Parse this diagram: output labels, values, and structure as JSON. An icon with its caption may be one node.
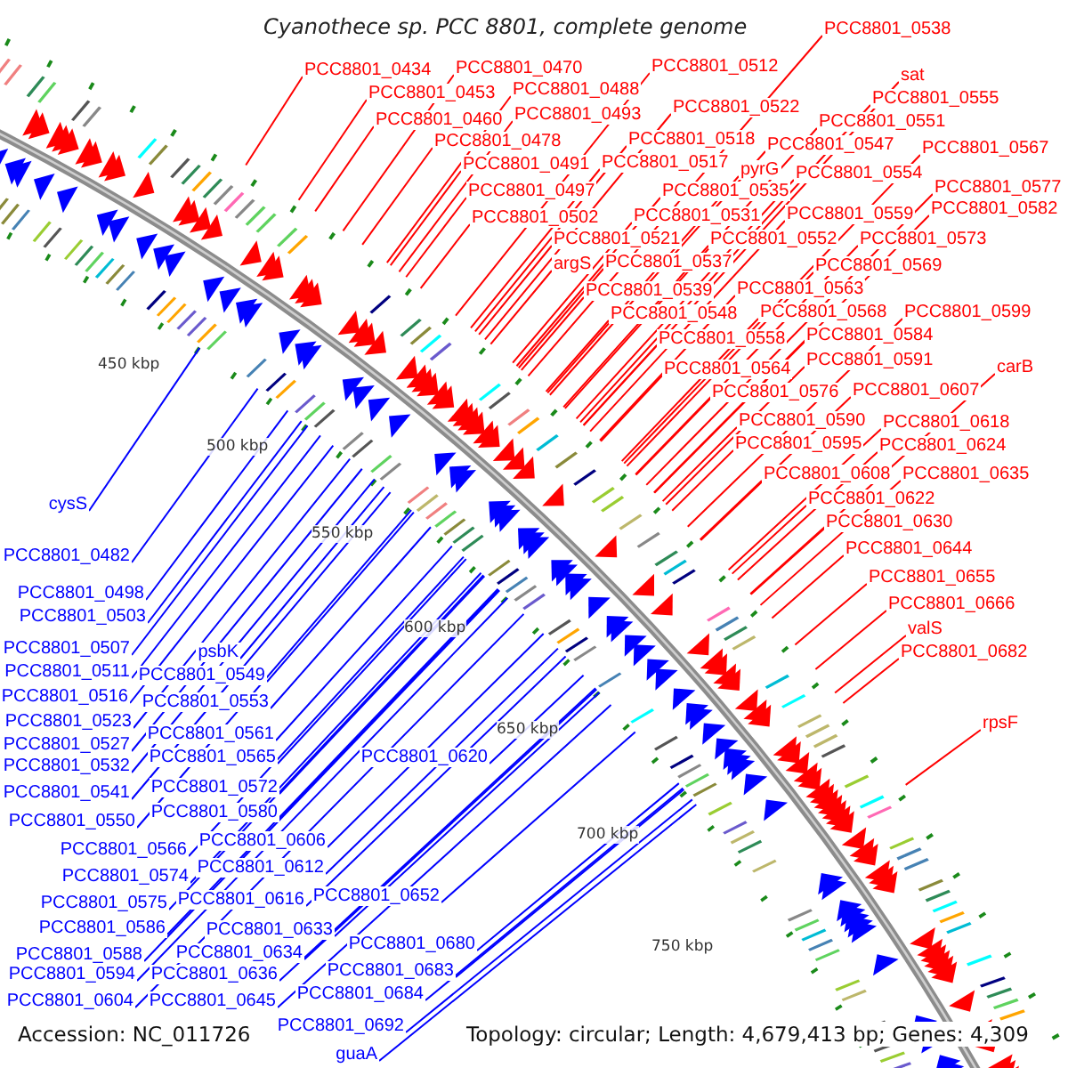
{
  "diagram": {
    "title": "Cyanothece sp. PCC 8801, complete genome",
    "nodes": [
      {
        "text": [
          "PCC8801_0538"
        ]
      },
      {
        "text": [
          "PCC8801_0434"
        ]
      },
      {
        "text": [
          "PCC8801_0470"
        ]
      },
      {
        "text": [
          "PCC8801_0512"
        ]
      },
      {
        "text": [
          "PCC8801_0453"
        ]
      },
      {
        "text": [
          "PCC8801_0488"
        ]
      },
      {
        "text": [
          "sat"
        ]
      },
      {
        "text": [
          "PCC8801_0555"
        ]
      },
      {
        "text": [
          "PCC8801_0460"
        ]
      },
      {
        "text": [
          "PCC8801_0493"
        ]
      },
      {
        "text": [
          "PCC8801_0522"
        ]
      },
      {
        "text": [
          "PCC8801_0551"
        ]
      },
      {
        "text": [
          "PCC8801_0478"
        ]
      },
      {
        "text": [
          "PCC8801_0518"
        ]
      },
      {
        "text": [
          "PCC8801_0547"
        ]
      },
      {
        "text": [
          "PCC8801_0567"
        ]
      },
      {
        "text": [
          "PCC8801_0491"
        ]
      },
      {
        "text": [
          "PCC8801_0517"
        ]
      },
      {
        "text": [
          "pyrG"
        ]
      },
      {
        "text": [
          "PCC8801_0554"
        ]
      },
      {
        "text": [
          "PCC8801_0497"
        ]
      },
      {
        "text": [
          "PCC8801_0535"
        ]
      },
      {
        "text": [
          "PCC8801_0577"
        ]
      },
      {
        "text": [
          "PCC8801_0582"
        ]
      },
      {
        "text": [
          "PCC8801_0502"
        ]
      },
      {
        "text": [
          "PCC8801_0531"
        ]
      },
      {
        "text": [
          "PCC8801_0559"
        ]
      },
      {
        "text": [
          "PCC8801_0521"
        ]
      },
      {
        "text": [
          "PCC8801_0552"
        ]
      },
      {
        "text": [
          "PCC8801_0573"
        ]
      },
      {
        "text": [
          "argS"
        ]
      },
      {
        "text": [
          "PCC8801_0537"
        ]
      },
      {
        "text": [
          "PCC8801_0569"
        ]
      },
      {
        "text": [
          "PCC8801_0539"
        ]
      },
      {
        "text": [
          "PCC8801_0563"
        ]
      },
      {
        "text": [
          "PCC8801_0548"
        ]
      },
      {
        "text": [
          "PCC8801_0568"
        ]
      },
      {
        "text": [
          "PCC8801_0599"
        ]
      },
      {
        "text": [
          "PCC8801_0558"
        ]
      },
      {
        "text": [
          "PCC8801_0584"
        ]
      },
      {
        "text": [
          "PCC8801_0564"
        ]
      },
      {
        "text": [
          "PCC8801_0591"
        ]
      },
      {
        "text": [
          "carB"
        ]
      },
      {
        "text": [
          "PCC8801_0576"
        ]
      },
      {
        "text": [
          "PCC8801_0607"
        ]
      },
      {
        "text": [
          "PCC8801_0590"
        ]
      },
      {
        "text": [
          "PCC8801_0618"
        ]
      },
      {
        "text": [
          "PCC8801_0595"
        ]
      },
      {
        "text": [
          "PCC8801_0624"
        ]
      },
      {
        "text": [
          "PCC8801_0608"
        ]
      },
      {
        "text": [
          "PCC8801_0635"
        ]
      },
      {
        "text": [
          "PCC8801_0622"
        ]
      },
      {
        "text": [
          "PCC8801_0630"
        ]
      },
      {
        "text": [
          "PCC8801_0644"
        ]
      },
      {
        "text": [
          "PCC8801_0655"
        ]
      },
      {
        "text": [
          "PCC8801_0666"
        ]
      },
      {
        "text": [
          "valS"
        ]
      },
      {
        "text": [
          "PCC8801_0682"
        ]
      },
      {
        "text": [
          "rpsF"
        ]
      },
      {
        "text": [
          "cysS"
        ]
      },
      {
        "text": [
          "PCC8801_0482"
        ]
      },
      {
        "text": [
          "PCC8801_0498"
        ]
      },
      {
        "text": [
          "PCC8801_0503"
        ]
      },
      {
        "text": [
          "PCC8801_0507"
        ]
      },
      {
        "text": [
          "psbK"
        ]
      },
      {
        "text": [
          "PCC8801_0511"
        ]
      },
      {
        "text": [
          "PCC8801_0549"
        ]
      },
      {
        "text": [
          "PCC8801_0516"
        ]
      },
      {
        "text": [
          "PCC8801_0553"
        ]
      },
      {
        "text": [
          "PCC8801_0523"
        ]
      },
      {
        "text": [
          "PCC8801_0561"
        ]
      },
      {
        "text": [
          "PCC8801_0527"
        ]
      },
      {
        "text": [
          "PCC8801_0565"
        ]
      },
      {
        "text": [
          "PCC8801_0532"
        ]
      },
      {
        "text": [
          "PCC8801_0620"
        ]
      },
      {
        "text": [
          "PCC8801_0541"
        ]
      },
      {
        "text": [
          "PCC8801_0572"
        ]
      },
      {
        "text": [
          "PCC8801_0550"
        ]
      },
      {
        "text": [
          "PCC8801_0580"
        ]
      },
      {
        "text": [
          "PCC8801_0566"
        ]
      },
      {
        "text": [
          "PCC8801_0606"
        ]
      },
      {
        "text": [
          "PCC8801_0574"
        ]
      },
      {
        "text": [
          "PCC8801_0612"
        ]
      },
      {
        "text": [
          "PCC8801_0575"
        ]
      },
      {
        "text": [
          "PCC8801_0616"
        ]
      },
      {
        "text": [
          "PCC8801_0652"
        ]
      },
      {
        "text": [
          "PCC8801_0586"
        ]
      },
      {
        "text": [
          "PCC8801_0633"
        ]
      },
      {
        "text": [
          "PCC8801_0588"
        ]
      },
      {
        "text": [
          "PCC8801_0634"
        ]
      },
      {
        "text": [
          "PCC8801_0680"
        ]
      },
      {
        "text": [
          "PCC8801_0594"
        ]
      },
      {
        "text": [
          "PCC8801_0636"
        ]
      },
      {
        "text": [
          "PCC8801_0683"
        ]
      },
      {
        "text": [
          "PCC8801_0604"
        ]
      },
      {
        "text": [
          "PCC8801_0645"
        ]
      },
      {
        "text": [
          "PCC8801_0684"
        ]
      },
      {
        "text": [
          "PCC8801_0692"
        ]
      },
      {
        "text": [
          "guaA"
        ]
      }
    ],
    "edges": [
      {
        "from": 0,
        "to": null,
        "arrow": "none"
      },
      {
        "from": 1,
        "to": null,
        "arrow": "none"
      },
      {
        "from": 2,
        "to": null,
        "arrow": "none"
      },
      {
        "from": 3,
        "to": null,
        "arrow": "none"
      },
      {
        "from": 4,
        "to": null,
        "arrow": "none"
      },
      {
        "from": 5,
        "to": null,
        "arrow": "none"
      },
      {
        "from": 6,
        "to": null,
        "arrow": "none"
      },
      {
        "from": 7,
        "to": null,
        "arrow": "none"
      },
      {
        "from": 8,
        "to": null,
        "arrow": "none"
      },
      {
        "from": 9,
        "to": null,
        "arrow": "none"
      },
      {
        "from": 10,
        "to": null,
        "arrow": "none"
      },
      {
        "from": 11,
        "to": null,
        "arrow": "none"
      },
      {
        "from": 12,
        "to": null,
        "arrow": "none"
      },
      {
        "from": 13,
        "to": null,
        "arrow": "none"
      },
      {
        "from": 14,
        "to": null,
        "arrow": "none"
      },
      {
        "from": 15,
        "to": null,
        "arrow": "none"
      },
      {
        "from": 16,
        "to": null,
        "arrow": "none"
      },
      {
        "from": 17,
        "to": null,
        "arrow": "none"
      },
      {
        "from": 18,
        "to": null,
        "arrow": "none"
      },
      {
        "from": 19,
        "to": null,
        "arrow": "none"
      },
      {
        "from": 20,
        "to": null,
        "arrow": "none"
      },
      {
        "from": 21,
        "to": null,
        "arrow": "none"
      },
      {
        "from": 22,
        "to": null,
        "arrow": "none"
      },
      {
        "from": 23,
        "to": null,
        "arrow": "none"
      },
      {
        "from": 24,
        "to": null,
        "arrow": "none"
      },
      {
        "from": 25,
        "to": null,
        "arrow": "none"
      },
      {
        "from": 26,
        "to": null,
        "arrow": "none"
      },
      {
        "from": 27,
        "to": null,
        "arrow": "none"
      },
      {
        "from": 28,
        "to": null,
        "arrow": "none"
      },
      {
        "from": 29,
        "to": null,
        "arrow": "none"
      },
      {
        "from": 30,
        "to": null,
        "arrow": "none"
      },
      {
        "from": 31,
        "to": null,
        "arrow": "none"
      },
      {
        "from": 32,
        "to": null,
        "arrow": "none"
      },
      {
        "from": 33,
        "to": null,
        "arrow": "none"
      },
      {
        "from": 34,
        "to": null,
        "arrow": "none"
      },
      {
        "from": 35,
        "to": null,
        "arrow": "none"
      },
      {
        "from": 36,
        "to": null,
        "arrow": "none"
      },
      {
        "from": 37,
        "to": null,
        "arrow": "none"
      },
      {
        "from": 38,
        "to": null,
        "arrow": "none"
      },
      {
        "from": 39,
        "to": null,
        "arrow": "none"
      },
      {
        "from": 40,
        "to": null,
        "arrow": "none"
      },
      {
        "from": 41,
        "to": null,
        "arrow": "none"
      },
      {
        "from": 42,
        "to": null,
        "arrow": "none"
      },
      {
        "from": 43,
        "to": null,
        "arrow": "none"
      },
      {
        "from": 44,
        "to": null,
        "arrow": "none"
      },
      {
        "from": 45,
        "to": null,
        "arrow": "none"
      },
      {
        "from": 46,
        "to": null,
        "arrow": "none"
      },
      {
        "from": 47,
        "to": null,
        "arrow": "none"
      },
      {
        "from": 48,
        "to": null,
        "arrow": "none"
      },
      {
        "from": 49,
        "to": null,
        "arrow": "none"
      },
      {
        "from": 50,
        "to": null,
        "arrow": "none"
      },
      {
        "from": 51,
        "to": null,
        "arrow": "none"
      },
      {
        "from": 52,
        "to": null,
        "arrow": "none"
      },
      {
        "from": 53,
        "to": null,
        "arrow": "none"
      },
      {
        "from": 54,
        "to": null,
        "arrow": "none"
      },
      {
        "from": 55,
        "to": null,
        "arrow": "none"
      },
      {
        "from": 56,
        "to": null,
        "arrow": "none"
      },
      {
        "from": 57,
        "to": null,
        "arrow": "none"
      },
      {
        "from": 58,
        "to": null,
        "arrow": "none"
      },
      {
        "from": 59,
        "to": null,
        "arrow": "none",
        "color": "#0000ff"
      },
      {
        "from": 60,
        "to": null,
        "arrow": "none",
        "color": "#0000ff"
      },
      {
        "from": 61,
        "to": null,
        "arrow": "none",
        "color": "#0000ff"
      },
      {
        "from": 62,
        "to": null,
        "arrow": "none",
        "color": "#0000ff"
      },
      {
        "from": 63,
        "to": null,
        "arrow": "none",
        "color": "#0000ff"
      },
      {
        "from": 64,
        "to": null,
        "arrow": "none",
        "color": "#0000ff"
      },
      {
        "from": 65,
        "to": null,
        "arrow": "none",
        "color": "#0000ff"
      },
      {
        "from": 66,
        "to": null,
        "arrow": "none",
        "color": "#0000ff"
      },
      {
        "from": 67,
        "to": null,
        "arrow": "none",
        "color": "#0000ff"
      },
      {
        "from": 68,
        "to": null,
        "arrow": "none",
        "color": "#0000ff"
      },
      {
        "from": 69,
        "to": null,
        "arrow": "none",
        "color": "#0000ff"
      },
      {
        "from": 70,
        "to": null,
        "arrow": "none",
        "color": "#0000ff"
      },
      {
        "from": 71,
        "to": null,
        "arrow": "none",
        "color": "#0000ff"
      },
      {
        "from": 72,
        "to": null,
        "arrow": "none",
        "color": "#0000ff"
      },
      {
        "from": 73,
        "to": null,
        "arrow": "none",
        "color": "#0000ff"
      },
      {
        "from": 74,
        "to": null,
        "arrow": "none",
        "color": "#0000ff"
      },
      {
        "from": 75,
        "to": null,
        "arrow": "none",
        "color": "#0000ff"
      },
      {
        "from": 76,
        "to": null,
        "arrow": "none",
        "color": "#0000ff"
      },
      {
        "from": 77,
        "to": null,
        "arrow": "none",
        "color": "#0000ff"
      },
      {
        "from": 78,
        "to": null,
        "arrow": "none",
        "color": "#0000ff"
      },
      {
        "from": 79,
        "to": null,
        "arrow": "none",
        "color": "#0000ff"
      },
      {
        "from": 80,
        "to": null,
        "arrow": "none",
        "color": "#0000ff"
      },
      {
        "from": 81,
        "to": null,
        "arrow": "none",
        "color": "#0000ff"
      },
      {
        "from": 82,
        "to": null,
        "arrow": "none",
        "color": "#0000ff"
      },
      {
        "from": 83,
        "to": null,
        "arrow": "none",
        "color": "#0000ff"
      },
      {
        "from": 84,
        "to": null,
        "arrow": "none",
        "color": "#0000ff"
      },
      {
        "from": 85,
        "to": null,
        "arrow": "none",
        "color": "#0000ff"
      },
      {
        "from": 86,
        "to": null,
        "arrow": "none",
        "color": "#0000ff"
      },
      {
        "from": 87,
        "to": null,
        "arrow": "none",
        "color": "#0000ff"
      },
      {
        "from": 88,
        "to": null,
        "arrow": "none",
        "color": "#0000ff"
      },
      {
        "from": 89,
        "to": null,
        "arrow": "none",
        "color": "#0000ff"
      },
      {
        "from": 90,
        "to": null,
        "arrow": "none",
        "color": "#0000ff"
      },
      {
        "from": 91,
        "to": null,
        "arrow": "none",
        "color": "#0000ff"
      },
      {
        "from": 92,
        "to": null,
        "arrow": "none",
        "color": "#0000ff"
      },
      {
        "from": 93,
        "to": null,
        "arrow": "none",
        "color": "#0000ff"
      },
      {
        "from": 94,
        "to": null,
        "arrow": "none",
        "color": "#0000ff"
      },
      {
        "from": 95,
        "to": null,
        "arrow": "none",
        "color": "#0000ff"
      },
      {
        "from": 96,
        "to": null,
        "arrow": "none",
        "color": "#0000ff"
      },
      {
        "from": 97,
        "to": null,
        "arrow": "none",
        "color": "#0000ff"
      },
      {
        "from": 98,
        "to": null,
        "arrow": "none",
        "color": "#0000ff"
      }
    ],
    "labels": [
      "450 kbp",
      "500 kbp",
      "550 kbp",
      "600 kbp",
      "650 kbp",
      "700 kbp",
      "750 kbp",
      "Accession: NC_011726",
      "Topology: circular; Length: 4,679,413 bp; Genes: 4,309"
    ]
  }
}
